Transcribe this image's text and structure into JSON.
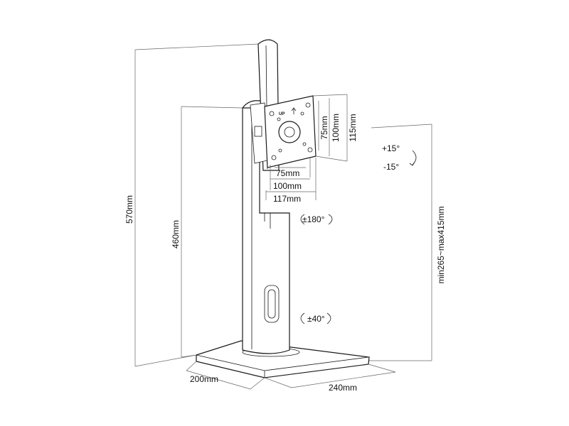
{
  "dimensions": {
    "total_height": "570mm",
    "column_height": "460mm",
    "adjust_range": "min265~max415mm",
    "base_depth": "200mm",
    "base_width": "240mm",
    "vesa_h_75": "75mm",
    "vesa_h_100": "100mm",
    "vesa_h_117": "117mm",
    "vesa_v_75": "75mm",
    "vesa_v_100": "100mm",
    "vesa_v_115": "115mm"
  },
  "rotations": {
    "tilt_up": "+15°",
    "tilt_down": "-15°",
    "rotate": "±180°",
    "swivel": "±40°"
  },
  "plate": {
    "up_label": "UP"
  }
}
